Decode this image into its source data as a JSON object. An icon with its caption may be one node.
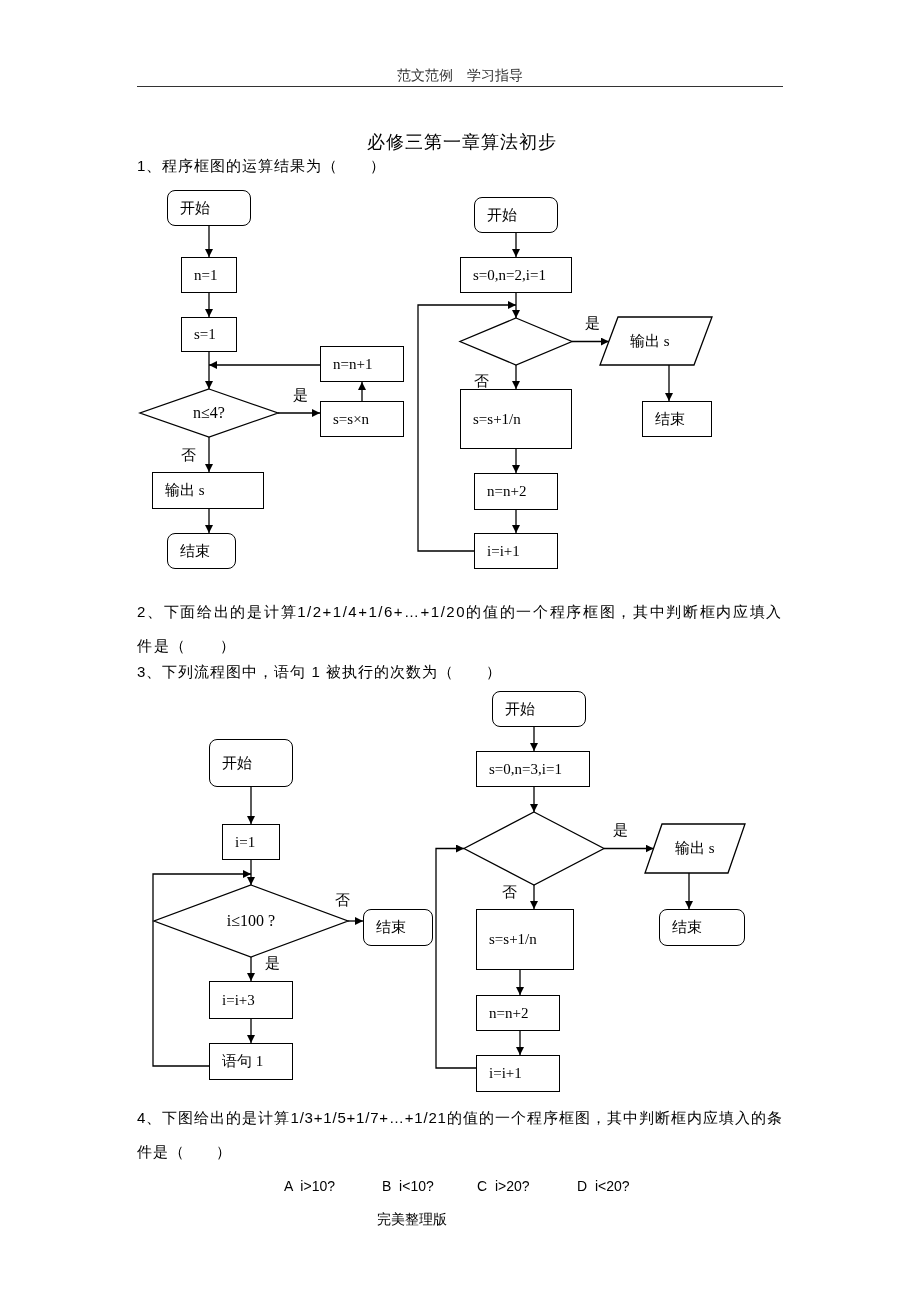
{
  "diagram": {
    "title": "必修三第一章算法初步",
    "nodes": [
      {
        "text": [
          "开始"
        ]
      },
      {
        "text": [
          "n=1"
        ]
      },
      {
        "text": [
          "s=1"
        ]
      },
      {
        "text": [
          "n=n+1"
        ]
      },
      {
        "text": [
          "n≤4?"
        ]
      },
      {
        "text": [
          "s=s×n"
        ]
      },
      {
        "text": [
          "输出 s"
        ]
      },
      {
        "text": [
          "结束"
        ]
      },
      {
        "text": [
          "开始"
        ]
      },
      {
        "text": [
          "s=0,n=2,i=1"
        ]
      },
      {
        "text": [],
        "shape": "diamond"
      },
      {
        "text": [
          "输出 s"
        ]
      },
      {
        "text": [
          "s=s+1/n"
        ]
      },
      {
        "text": [
          "结束"
        ]
      },
      {
        "text": [
          "n=n+2"
        ]
      },
      {
        "text": [
          "i=i+1"
        ]
      },
      {
        "text": [
          "开始"
        ]
      },
      {
        "text": [
          "i=1"
        ]
      },
      {
        "text": [
          "i≤100 ?"
        ]
      },
      {
        "text": [
          "结束"
        ]
      },
      {
        "text": [
          "i=i+3"
        ]
      },
      {
        "text": [
          "语句 1"
        ]
      },
      {
        "text": [
          "开始"
        ]
      },
      {
        "text": [
          "s=0,n=3,i=1"
        ]
      },
      {
        "text": [],
        "shape": "diamond"
      },
      {
        "text": [
          "输出 s"
        ]
      },
      {
        "text": [
          "s=s+1/n"
        ]
      },
      {
        "text": [
          "结束"
        ]
      },
      {
        "text": [
          "n=n+2"
        ]
      },
      {
        "text": [
          "i=i+1"
        ]
      }
    ],
    "edges": [
      {
        "from": 0,
        "to": 1,
        "arrow": "to"
      },
      {
        "from": 1,
        "to": 2,
        "arrow": "to"
      },
      {
        "from": 2,
        "to": 4,
        "arrow": "to"
      },
      {
        "from": 3,
        "to": 4,
        "arrow": "to"
      },
      {
        "from": 4,
        "to": 5,
        "arrow": "to",
        "label": "是"
      },
      {
        "from": 5,
        "to": 3,
        "arrow": "to"
      },
      {
        "from": 4,
        "to": 6,
        "arrow": "to",
        "label": "否"
      },
      {
        "from": 6,
        "to": 7,
        "arrow": "to"
      },
      {
        "from": 8,
        "to": 9,
        "arrow": "to"
      },
      {
        "from": 9,
        "to": 10,
        "arrow": "to"
      },
      {
        "from": 10,
        "to": 11,
        "arrow": "to",
        "label": "是"
      },
      {
        "from": 10,
        "to": 12,
        "arrow": "to",
        "label": "否"
      },
      {
        "from": 11,
        "to": 13,
        "arrow": "to"
      },
      {
        "from": 12,
        "to": 14,
        "arrow": "to"
      },
      {
        "from": 14,
        "to": 15,
        "arrow": "to"
      },
      {
        "from": 15,
        "to": 10,
        "arrow": "to"
      },
      {
        "from": 16,
        "to": 17,
        "arrow": "to"
      },
      {
        "from": 17,
        "to": 18,
        "arrow": "to"
      },
      {
        "from": 18,
        "to": 19,
        "arrow": "to",
        "label": "否"
      },
      {
        "from": 18,
        "to": 20,
        "arrow": "to",
        "label": "是"
      },
      {
        "from": 20,
        "to": 21,
        "arrow": "to"
      },
      {
        "from": 21,
        "to": 18,
        "arrow": "to"
      },
      {
        "from": 22,
        "to": 23,
        "arrow": "to"
      },
      {
        "from": 23,
        "to": 24,
        "arrow": "to"
      },
      {
        "from": 24,
        "to": 25,
        "arrow": "to",
        "label": "是"
      },
      {
        "from": 24,
        "to": 26,
        "arrow": "to",
        "label": "否"
      },
      {
        "from": 25,
        "to": 27,
        "arrow": "to"
      },
      {
        "from": 26,
        "to": 28,
        "arrow": "to"
      },
      {
        "from": 28,
        "to": 29,
        "arrow": "to"
      },
      {
        "from": 29,
        "to": 24,
        "arrow": "to"
      }
    ],
    "labels": [
      "范文范例　学习指导",
      "1、程序框图的运算结果为（　　）",
      "2、下面给出的是计算1/2+1/4+1/6+…+1/20的值的一个程序框图，其中判断框内应填入件是（　　）",
      "3、下列流程图中，语句 1 被执行的次数为（　　）",
      "4、下图给出的是计算1/3+1/5+1/7+…+1/21的值的一个程序框图，其中判断框内应填入的条件是（　　）",
      "A  i>10?",
      "B  i<10?",
      "C  i>20?",
      "D  i<20?",
      "完美整理版"
    ]
  }
}
